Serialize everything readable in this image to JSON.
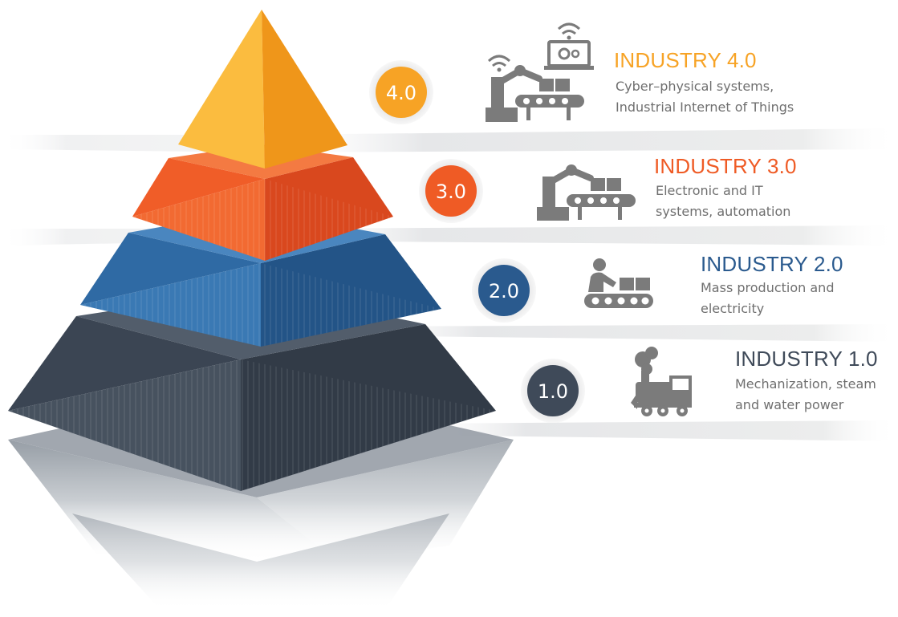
{
  "levels": [
    {
      "badge": "4.0",
      "title": "INDUSTRY 4.0",
      "description": [
        "Cyber–physical systems,",
        "Industrial Internet of Things"
      ],
      "color": "#f7a325",
      "icon": "robot-arm-with-laptop-wifi-icon"
    },
    {
      "badge": "3.0",
      "title": "INDUSTRY 3.0",
      "description": [
        "Electronic and IT",
        "systems, automation"
      ],
      "color": "#ef5b25",
      "icon": "robot-arm-conveyor-icon"
    },
    {
      "badge": "2.0",
      "title": "INDUSTRY 2.0",
      "description": [
        "Mass production and",
        "electricity"
      ],
      "color": "#2a5a8e",
      "icon": "worker-conveyor-icon"
    },
    {
      "badge": "1.0",
      "title": "INDUSTRY 1.0",
      "description": [
        "Mechanization, steam",
        "and water power"
      ],
      "color": "#3f4a59",
      "icon": "steam-locomotive-icon"
    }
  ]
}
